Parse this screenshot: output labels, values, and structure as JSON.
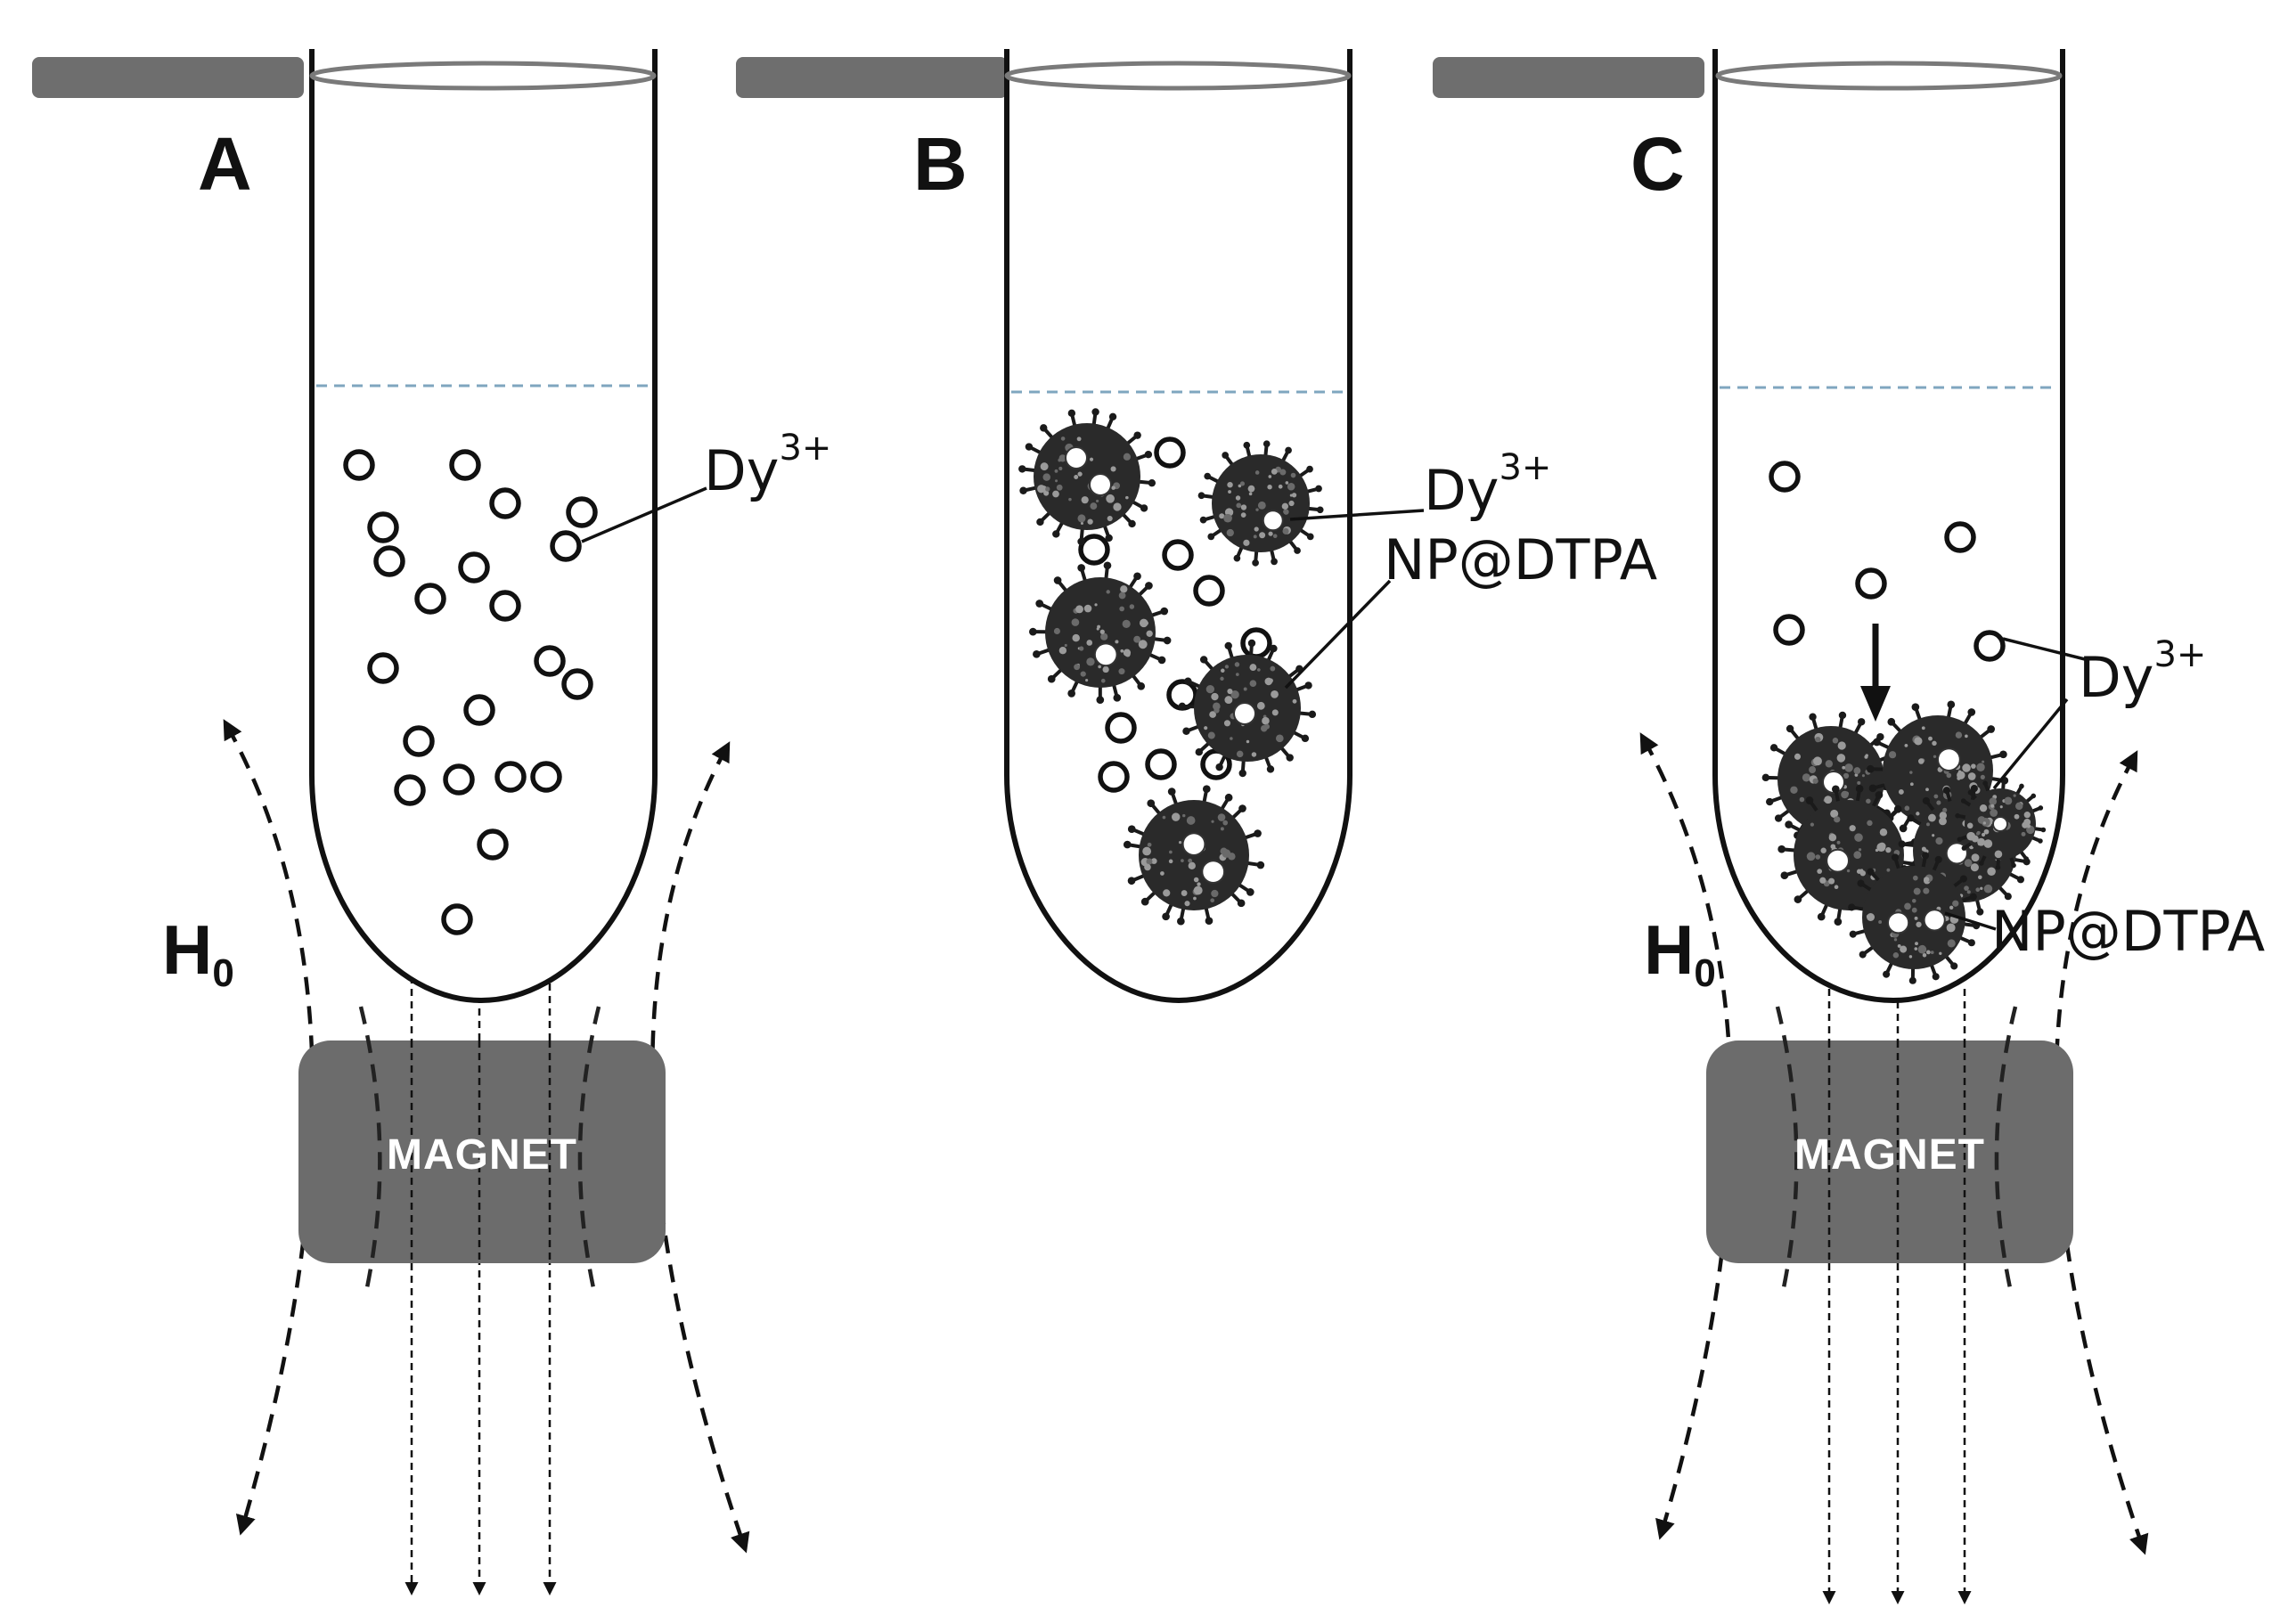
{
  "panels": [
    {
      "letter": "A"
    },
    {
      "letter": "B"
    },
    {
      "letter": "C"
    }
  ],
  "labels": {
    "dy_base": "Dy",
    "dy_sup": "3+",
    "np": "NP@DTPA",
    "field_base": "H",
    "field_sub": "0",
    "magnet": "MAGNET"
  },
  "colors": {
    "tube_outline": "#111111",
    "cap": "#6e6e6e",
    "magnet": "#6c6c6c",
    "liquid_line": "#7fa6bf",
    "nanoparticle": "#2a2a2a"
  }
}
